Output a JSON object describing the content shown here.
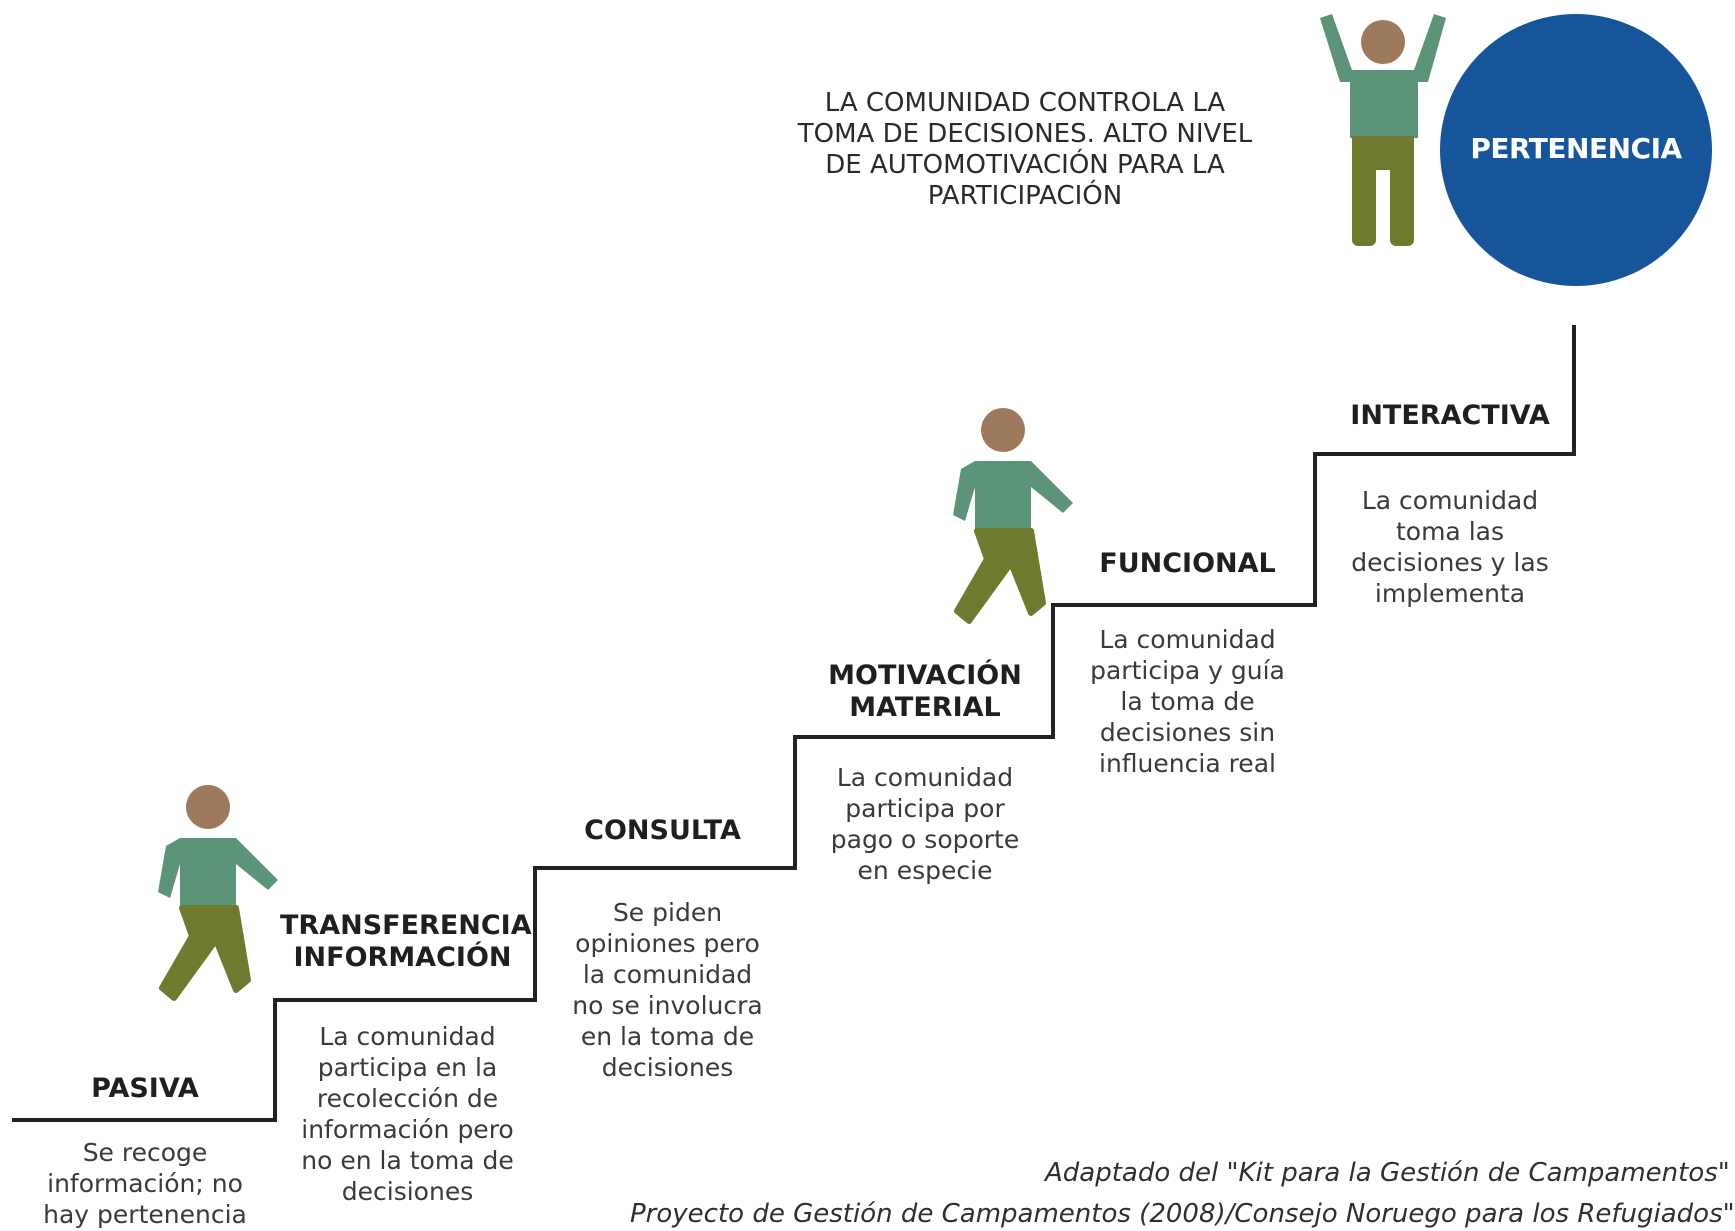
{
  "colors": {
    "line": "#222222",
    "shirt": "#5b9479",
    "pants": "#6f7a2e",
    "head": "#9c7a5b",
    "circle": "#17559a"
  },
  "top_note": "LA COMUNIDAD CONTROLA LA\nTOMA DE DECISIONES. ALTO NIVEL\nDE AUTOMOTIVACIÓN PARA LA\nPARTICIPACIÓN",
  "top_circle": {
    "label": "PERTENENCIA"
  },
  "steps": [
    {
      "title": "PASIVA",
      "desc": "Se recoge\ninformación; no\nhay pertenencia"
    },
    {
      "title": "TRANSFERENCIA\nINFORMACIÓN",
      "desc": "La comunidad\nparticipa en la\nrecolección de\ninformación pero\nno en la toma de\ndecisiones"
    },
    {
      "title": "CONSULTA",
      "desc": "Se piden\nopiniones pero\nla comunidad\nno se involucra\nen la toma de\ndecisiones"
    },
    {
      "title": "MOTIVACIÓN\nMATERIAL",
      "desc": "La comunidad\nparticipa por\npago o soporte\nen especie"
    },
    {
      "title": "FUNCIONAL",
      "desc": "La comunidad\nparticipa y guía\nla toma de\ndecisiones sin\ninfluencia real"
    },
    {
      "title": "INTERACTIVA",
      "desc": "La comunidad\ntoma las\ndecisiones y las\nimplementa"
    }
  ],
  "figures": [
    {
      "icon": "walking-person-icon"
    },
    {
      "icon": "walking-person-icon"
    },
    {
      "icon": "celebrating-person-icon"
    }
  ],
  "credit": {
    "line1": "Adaptado del \"Kit para la Gestión de Campamentos\"",
    "line2": "Proyecto de Gestión de Campamentos (2008)/Consejo Noruego para los Refugiados\""
  }
}
